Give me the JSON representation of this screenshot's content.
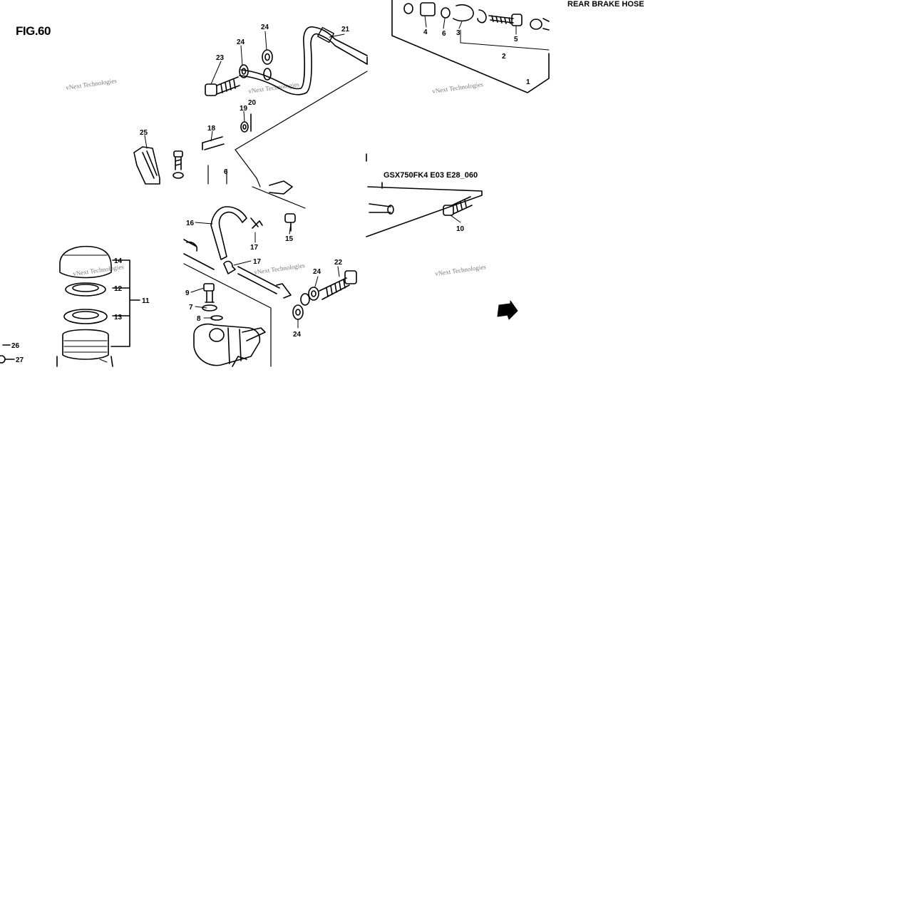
{
  "figure_label": "FIG.60",
  "section_title": "REAR BRAKE  HOSE",
  "diagram_code": "GSX750FK4 E03 E28_060",
  "watermark": "vNext Technologies",
  "part_numbers": [
    "1",
    "2",
    "3",
    "4",
    "5",
    "6",
    "6",
    "7",
    "8",
    "9",
    "10",
    "11",
    "12",
    "13",
    "14",
    "15",
    "16",
    "17",
    "17",
    "18",
    "19",
    "20",
    "21",
    "22",
    "23",
    "24",
    "24",
    "24",
    "24",
    "25",
    "26",
    "27"
  ]
}
